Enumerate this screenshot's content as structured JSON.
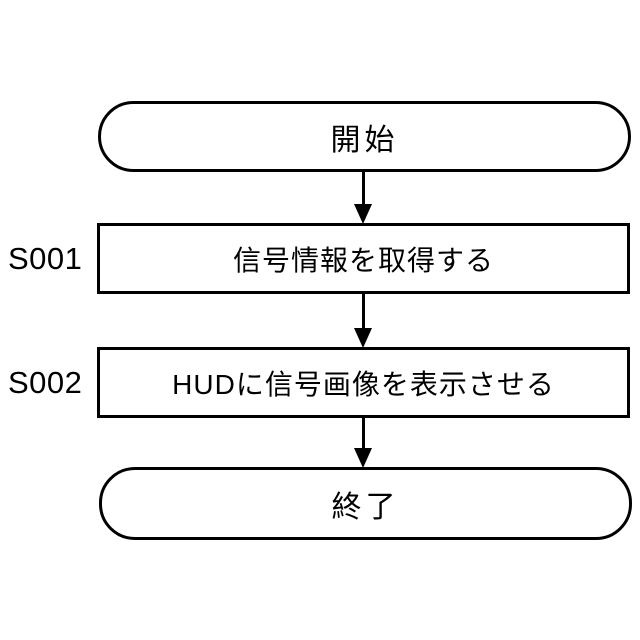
{
  "colors": {
    "background": "#ffffff",
    "line": "#000000",
    "text": "#000000"
  },
  "diagram": {
    "type": "flowchart",
    "direction": "top-down",
    "nodes": [
      {
        "id": "start",
        "shape": "terminal",
        "label": "開始"
      },
      {
        "id": "S001",
        "shape": "process",
        "step_label": "S001",
        "label": "信号情報を取得する"
      },
      {
        "id": "S002",
        "shape": "process",
        "step_label": "S002",
        "label": "HUDに信号画像を表示させる"
      },
      {
        "id": "end",
        "shape": "terminal",
        "label": "終了"
      }
    ],
    "edges": [
      {
        "from": "start",
        "to": "S001",
        "arrow": "down"
      },
      {
        "from": "S001",
        "to": "S002",
        "arrow": "down"
      },
      {
        "from": "S002",
        "to": "end",
        "arrow": "down"
      }
    ]
  }
}
